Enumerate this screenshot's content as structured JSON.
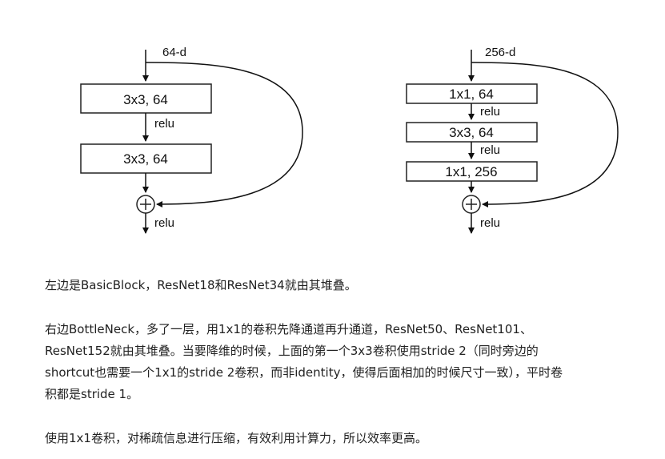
{
  "basic_block": {
    "input_dim": "64-d",
    "layers": [
      "3x3, 64",
      "3x3, 64"
    ],
    "relu_labels": [
      "relu",
      "relu"
    ]
  },
  "bottleneck_block": {
    "input_dim": "256-d",
    "layers": [
      "1x1, 64",
      "3x3, 64",
      "1x1, 256"
    ],
    "relu_labels": [
      "relu",
      "relu",
      "relu"
    ]
  },
  "text": {
    "p1": "左边是BasicBlock，ResNet18和ResNet34就由其堆叠。",
    "p2_lines": [
      "右边BottleNeck，多了一层，用1x1的卷积先降通道再升通道，ResNet50、ResNet101、",
      "ResNet152就由其堆叠。当要降维的时候，上面的第一个3x3卷积使用stride 2（同时旁边的",
      "shortcut也需要一个1x1的stride 2卷积，而非identity，使得后面相加的时候尺寸一致），平时卷",
      "积都是stride 1。"
    ],
    "p3": "使用1x1卷积，对稀疏信息进行压缩，有效利用计算力，所以效率更高。"
  }
}
